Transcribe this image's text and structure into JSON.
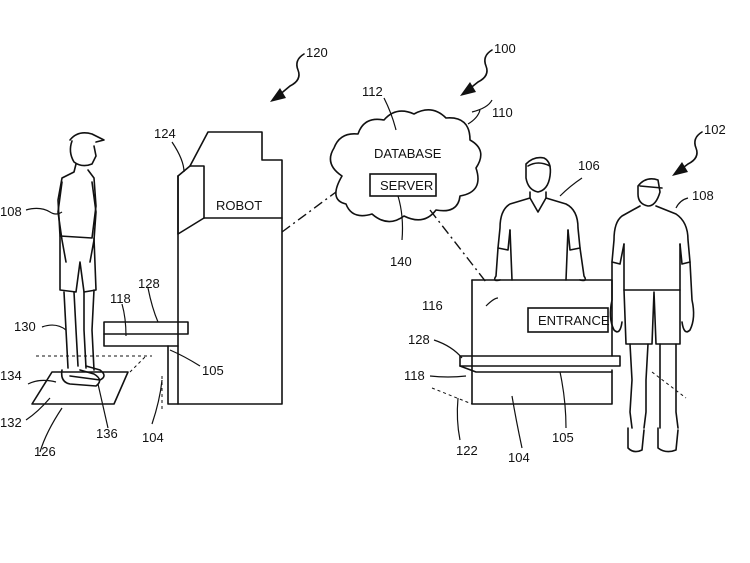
{
  "labels": {
    "robot": "ROBOT",
    "database": "DATABASE",
    "server": "SERVER",
    "entrance": "ENTRANCE"
  },
  "refs": {
    "r100": "100",
    "r102": "102",
    "r104a": "104",
    "r104b": "104",
    "r105a": "105",
    "r105b": "105",
    "r106": "106",
    "r108a": "108",
    "r108b": "108",
    "r110": "110",
    "r112": "112",
    "r116": "116",
    "r118a": "118",
    "r118b": "118",
    "r120": "120",
    "r122": "122",
    "r124": "124",
    "r126": "126",
    "r128a": "128",
    "r128b": "128",
    "r130": "130",
    "r132": "132",
    "r134": "134",
    "r136": "136",
    "r140": "140"
  }
}
